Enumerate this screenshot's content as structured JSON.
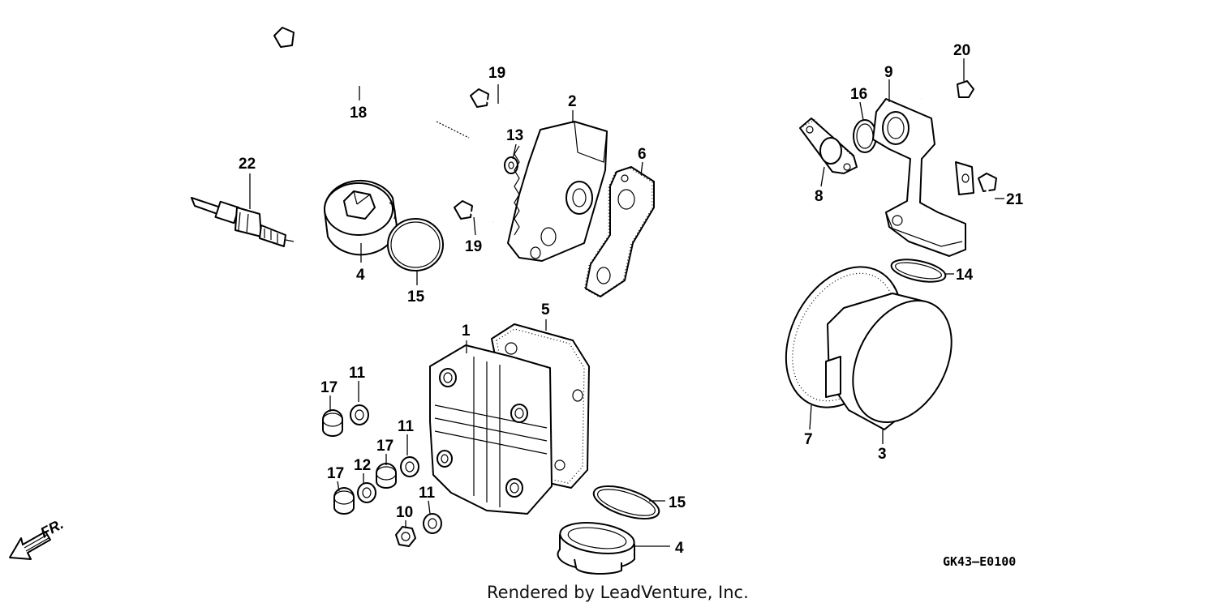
{
  "callouts": [
    {
      "id": "c18",
      "label": "18"
    },
    {
      "id": "c19a",
      "label": "19"
    },
    {
      "id": "c2",
      "label": "2"
    },
    {
      "id": "c13",
      "label": "13"
    },
    {
      "id": "c6",
      "label": "6"
    },
    {
      "id": "c22",
      "label": "22"
    },
    {
      "id": "c4a",
      "label": "4"
    },
    {
      "id": "c15a",
      "label": "15"
    },
    {
      "id": "c19b",
      "label": "19"
    },
    {
      "id": "c5",
      "label": "5"
    },
    {
      "id": "c1",
      "label": "1"
    },
    {
      "id": "c17a",
      "label": "17"
    },
    {
      "id": "c11a",
      "label": "11"
    },
    {
      "id": "c11b",
      "label": "11"
    },
    {
      "id": "c17b",
      "label": "17"
    },
    {
      "id": "c12",
      "label": "12"
    },
    {
      "id": "c17c",
      "label": "17"
    },
    {
      "id": "c11c",
      "label": "11"
    },
    {
      "id": "c10",
      "label": "10"
    },
    {
      "id": "c15b",
      "label": "15"
    },
    {
      "id": "c4b",
      "label": "4"
    },
    {
      "id": "c20",
      "label": "20"
    },
    {
      "id": "c9",
      "label": "9"
    },
    {
      "id": "c16",
      "label": "16"
    },
    {
      "id": "c8",
      "label": "8"
    },
    {
      "id": "c21",
      "label": "21"
    },
    {
      "id": "c14",
      "label": "14"
    },
    {
      "id": "c7",
      "label": "7"
    },
    {
      "id": "c3",
      "label": "3"
    }
  ],
  "front_indicator": "FR.",
  "diagram_code": "GK43—E0100",
  "credit": "Rendered by LeadVenture, Inc."
}
